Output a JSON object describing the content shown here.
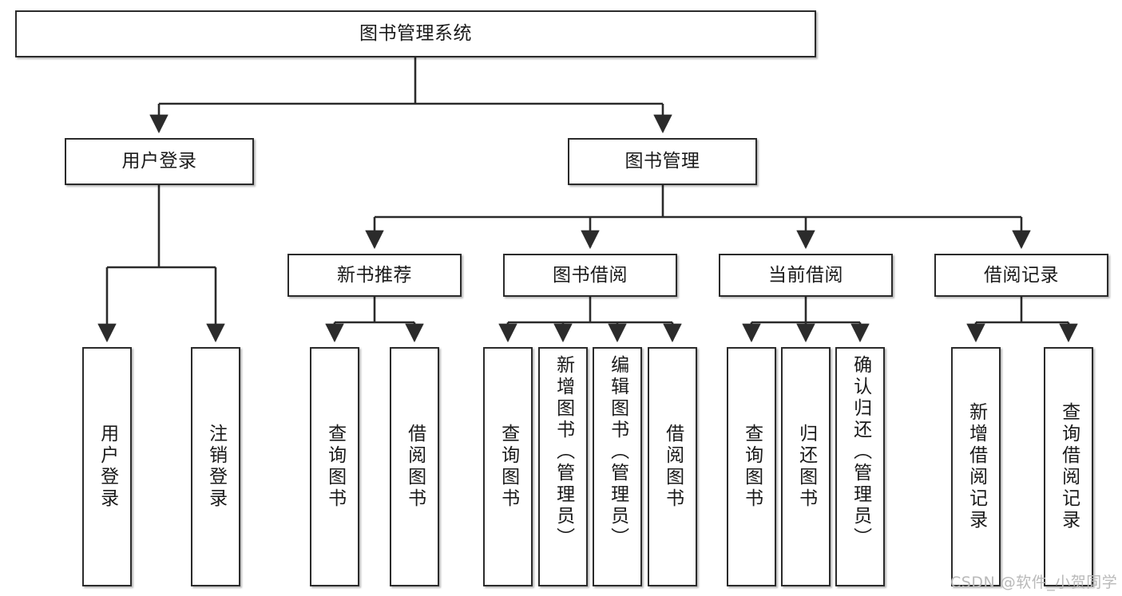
{
  "diagram": {
    "title_node": {
      "label": "图书管理系统"
    },
    "level2": [
      {
        "id": "user-login",
        "label": "用户登录"
      },
      {
        "id": "book-management",
        "label": "图书管理"
      }
    ],
    "level3": [
      {
        "id": "new-book-recommend",
        "label": "新书推荐"
      },
      {
        "id": "book-borrow",
        "label": "图书借阅"
      },
      {
        "id": "current-borrow",
        "label": "当前借阅"
      },
      {
        "id": "borrow-record",
        "label": "借阅记录"
      }
    ],
    "leaves": [
      {
        "id": "leaf-user-login",
        "label": "用户登录",
        "parent": "user-login"
      },
      {
        "id": "leaf-logout-login",
        "label": "注销登录",
        "parent": "user-login"
      },
      {
        "id": "leaf-query-book-1",
        "label": "查询图书",
        "parent": "new-book-recommend"
      },
      {
        "id": "leaf-borrow-book-1",
        "label": "借阅图书",
        "parent": "new-book-recommend"
      },
      {
        "id": "leaf-query-book-2",
        "label": "查询图书",
        "parent": "book-borrow"
      },
      {
        "id": "leaf-add-book",
        "label": "新增图书（管理员）",
        "parent": "book-borrow"
      },
      {
        "id": "leaf-edit-book",
        "label": "编辑图书（管理员）",
        "parent": "book-borrow"
      },
      {
        "id": "leaf-borrow-book-2",
        "label": "借阅图书",
        "parent": "book-borrow"
      },
      {
        "id": "leaf-query-book-3",
        "label": "查询图书",
        "parent": "current-borrow"
      },
      {
        "id": "leaf-return-book",
        "label": "归还图书",
        "parent": "current-borrow"
      },
      {
        "id": "leaf-confirm-return",
        "label": "确认归还（管理员）",
        "parent": "current-borrow"
      },
      {
        "id": "leaf-add-record",
        "label": "新增借阅记录",
        "parent": "borrow-record"
      },
      {
        "id": "leaf-query-record",
        "label": "查询借阅记录",
        "parent": "borrow-record"
      }
    ],
    "watermark": "CSDN @软件_小贺同学",
    "colors": {
      "stroke": "#2b2b2b",
      "background": "#ffffff",
      "text": "#1a1a1a",
      "watermark": "#b9b9b9"
    }
  }
}
